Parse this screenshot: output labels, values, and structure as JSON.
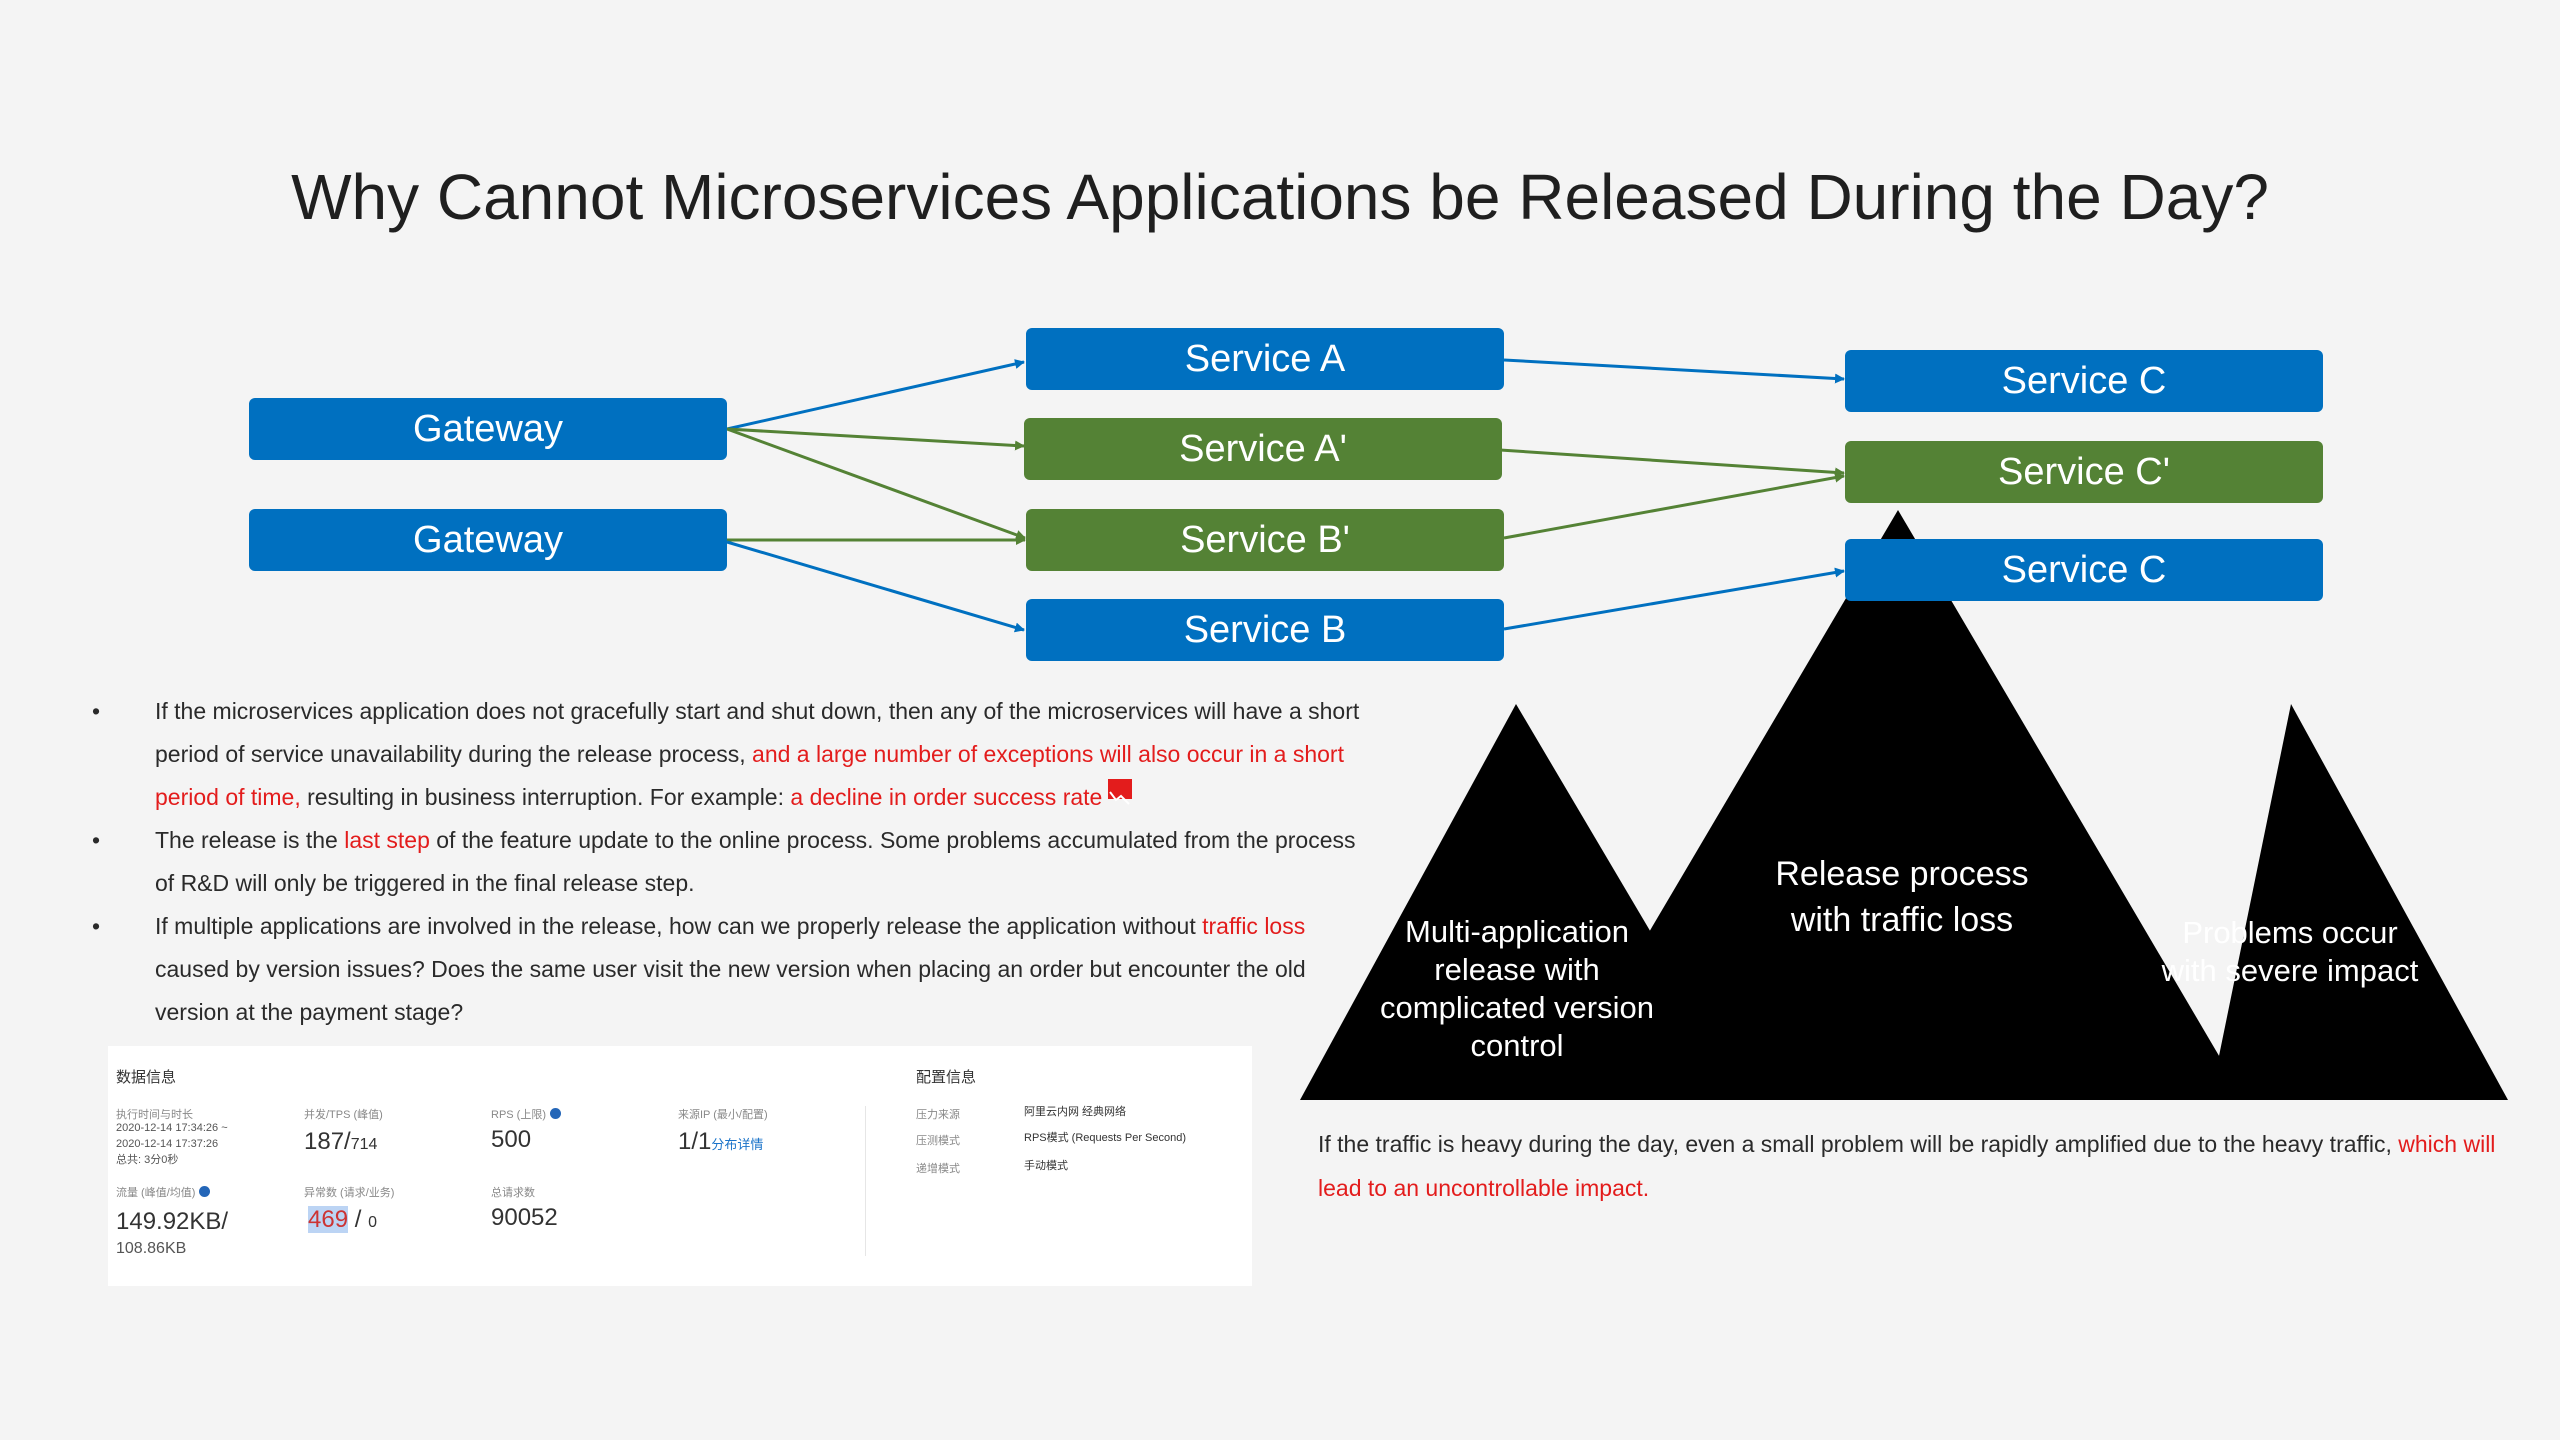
{
  "title": "Why Cannot Microservices Applications be Released During the Day?",
  "colors": {
    "blue": "#0070c0",
    "green": "#548235",
    "red": "#e31c1c"
  },
  "diagram": {
    "gateway_top": "Gateway",
    "gateway_bottom": "Gateway",
    "service_a": "Service  A",
    "service_a_prime": "Service  A'",
    "service_b_prime": "Service  B'",
    "service_b": "Service  B",
    "service_c_top": "Service  C",
    "service_c_prime": "Service  C'",
    "service_c_bottom": "Service  C"
  },
  "bullets": {
    "marker": "•",
    "b1_part1": "If the microservices application does not gracefully start and shut down, then any of the microservices will have a short period of service unavailability during the release process, ",
    "b1_red1": "and a large number of exceptions will also occur in a short period of time,",
    "b1_part2": " resulting in business interruption. For example: ",
    "b1_red2": "a decline in order success rate",
    "b2_part1": "The release is the ",
    "b2_red": "last step",
    "b2_part2": " of the feature update to the online process. Some problems accumulated from the process of R&D will only be triggered in the final release step.",
    "b3_part1": "If multiple applications are involved in the release, how can we properly release the application without ",
    "b3_red": "traffic loss",
    "b3_part2": " caused by version issues? Does the same user visit the new version when placing an order but encounter the old version at the payment stage?"
  },
  "panel": {
    "data_header": "数据信息",
    "config_header": "配置信息",
    "exec_label": "执行时间与时长",
    "exec_start": "2020-12-14 17:34:26 ~",
    "exec_end": "2020-12-14 17:37:26",
    "exec_total": "总共: 3分0秒",
    "concurrency_label": "并发/TPS (峰值)",
    "concurrency_main": "187/",
    "concurrency_sub": "714",
    "rps_label": "RPS (上限)",
    "rps_value": "500",
    "source_label": "来源IP (最小/配置)",
    "source_value": "1/1",
    "source_link": "分布详情",
    "traffic_label": "流量 (峰值/均值)",
    "traffic_value": "149.92KB/",
    "traffic_sub": "108.86KB",
    "exceptions_label": "异常数 (请求/业务)",
    "exceptions_value": "469",
    "exceptions_sep": " / ",
    "exceptions_sub": "0",
    "total_label": "总请求数",
    "total_value": "90052",
    "cfg1_key": "压力来源",
    "cfg1_val": "阿里云内网 经典网络",
    "cfg2_key": "压测模式",
    "cfg2_val": "RPS模式 (Requests Per Second)",
    "cfg3_key": "递增模式",
    "cfg3_val": "手动模式"
  },
  "mountains": {
    "left": "Multi-application release with complicated version control",
    "center": "Release process with traffic loss",
    "right": "Problems occur with severe impact"
  },
  "footer": {
    "line1": "If the traffic is heavy during the day, even a small problem will be rapidly amplified due to the heavy traffic, ",
    "red": "which will lead to an uncontrollable impact."
  }
}
